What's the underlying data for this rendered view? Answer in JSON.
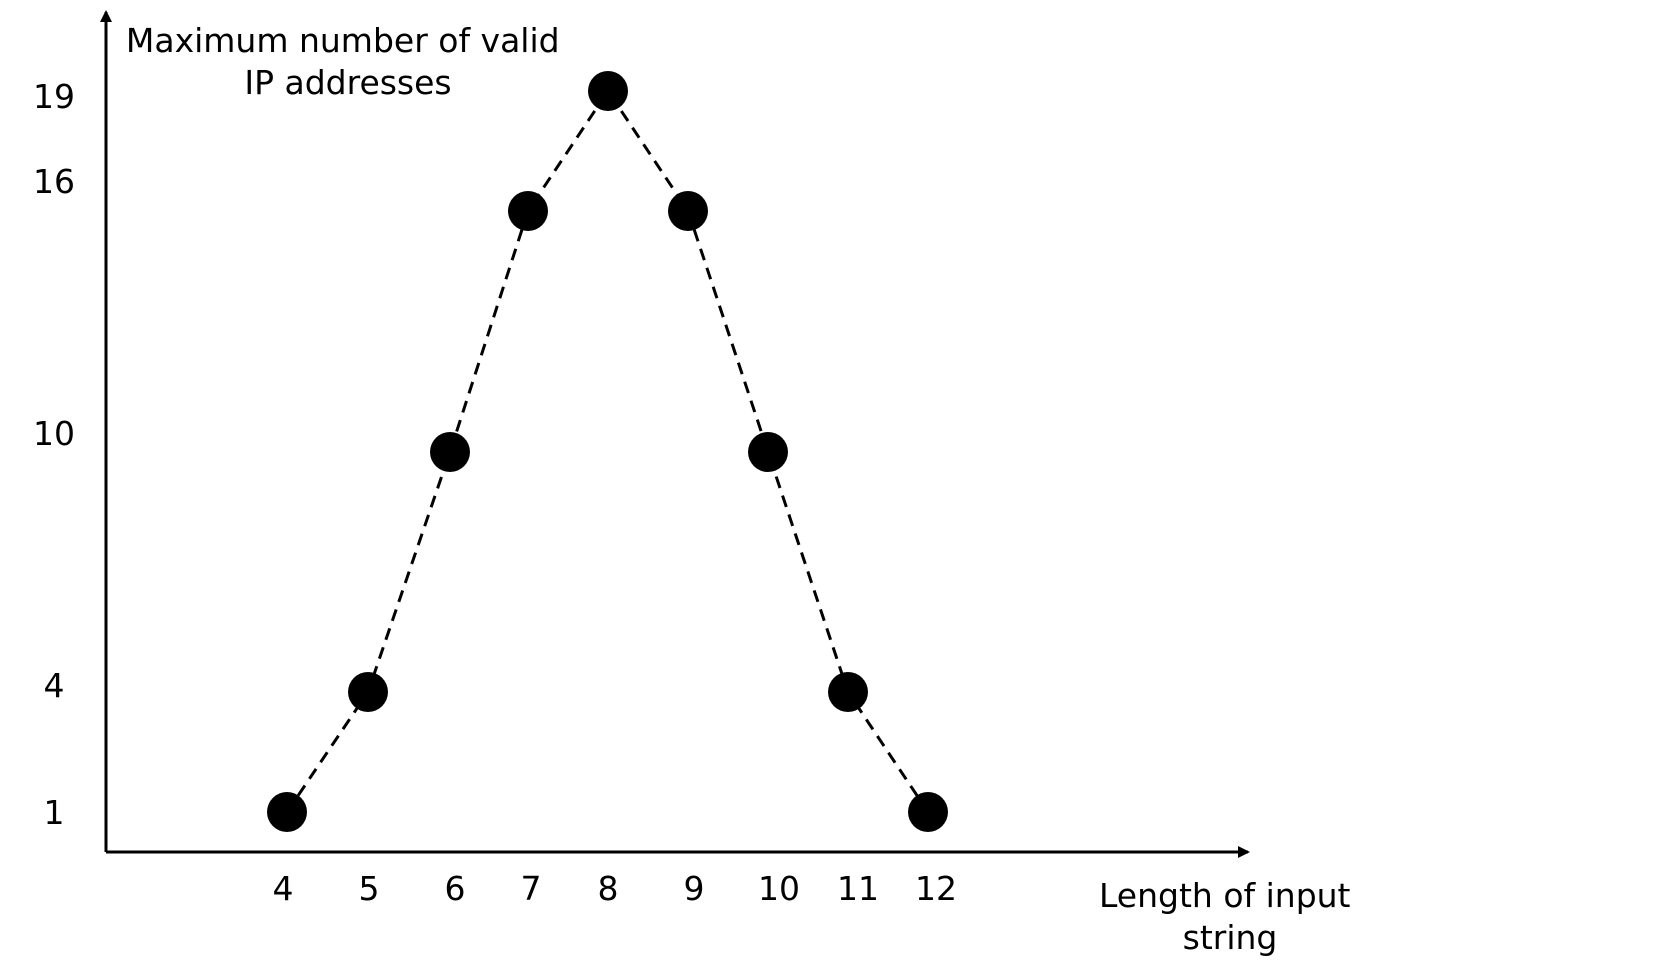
{
  "chart_data": {
    "type": "line",
    "ylabel_lines": [
      "Maximum number of valid",
      "IP addresses"
    ],
    "xlabel_lines": [
      "Length of input",
      "string"
    ],
    "x": [
      4,
      5,
      6,
      7,
      8,
      9,
      10,
      11,
      12
    ],
    "series": [
      {
        "values": [
          1,
          4,
          10,
          16,
          19,
          16,
          10,
          4,
          1
        ]
      }
    ],
    "x_ticks": [
      "4",
      "5",
      "6",
      "7",
      "8",
      "9",
      "10",
      "11",
      "12"
    ],
    "y_ticks": [
      "1",
      "4",
      "10",
      "16",
      "19"
    ],
    "line_style": "dashed",
    "marker": "filled-circle",
    "grid": false,
    "colors": {
      "line": "#000000",
      "marker": "#000000"
    }
  }
}
